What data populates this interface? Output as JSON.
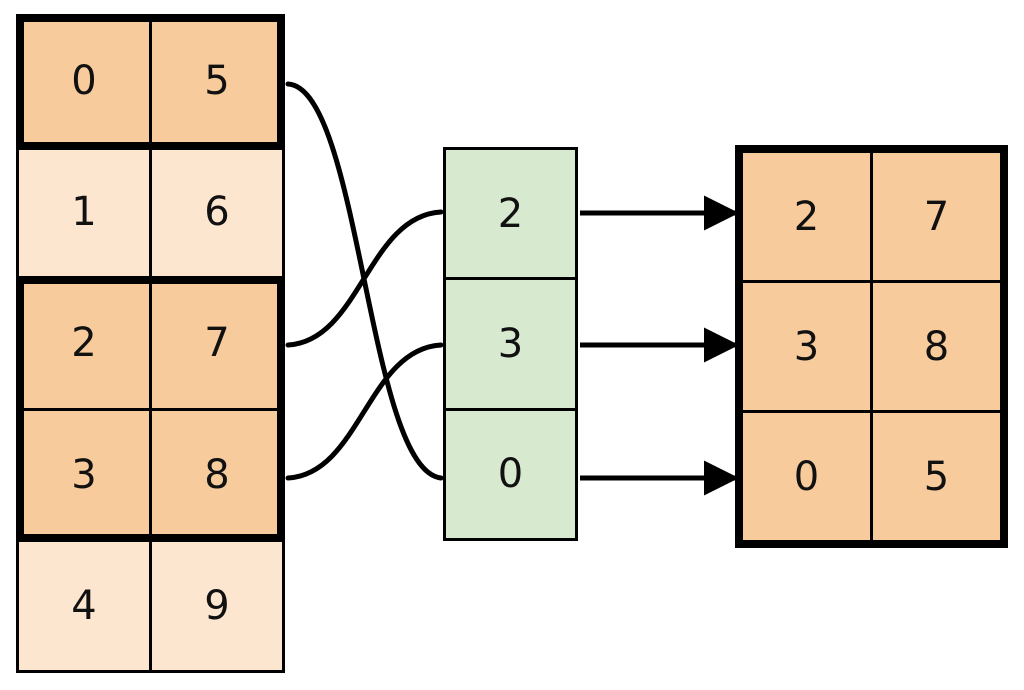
{
  "diagram": {
    "title": "array-gather-reorder-diagram",
    "colors": {
      "orange_strong": "#f7cb9b",
      "orange_weak": "#fce6d0",
      "green": "#d7e9ce",
      "line": "#000000",
      "text": "#111111"
    }
  },
  "source_table": {
    "name": "source-table",
    "columns": 2,
    "rows": [
      {
        "index": 0,
        "values": [
          "0",
          "5"
        ],
        "highlighted": true
      },
      {
        "index": 1,
        "values": [
          "1",
          "6"
        ],
        "highlighted": false
      },
      {
        "index": 2,
        "values": [
          "2",
          "7"
        ],
        "highlighted": true
      },
      {
        "index": 3,
        "values": [
          "3",
          "8"
        ],
        "highlighted": true
      },
      {
        "index": 4,
        "values": [
          "4",
          "9"
        ],
        "highlighted": false
      }
    ]
  },
  "index_column": {
    "name": "index-column",
    "values": [
      "2",
      "3",
      "0"
    ]
  },
  "result_table": {
    "name": "result-table",
    "columns": 2,
    "rows": [
      {
        "values": [
          "2",
          "7"
        ]
      },
      {
        "values": [
          "3",
          "8"
        ]
      },
      {
        "values": [
          "0",
          "5"
        ]
      }
    ]
  },
  "connectors": {
    "curves": [
      {
        "from_row": 0,
        "to_index_slot": 2
      },
      {
        "from_row": 2,
        "to_index_slot": 0
      },
      {
        "from_row": 3,
        "to_index_slot": 1
      }
    ],
    "arrows": [
      {
        "from_index_slot": 0,
        "to_result_row": 0
      },
      {
        "from_index_slot": 1,
        "to_result_row": 1
      },
      {
        "from_index_slot": 2,
        "to_result_row": 2
      }
    ]
  }
}
